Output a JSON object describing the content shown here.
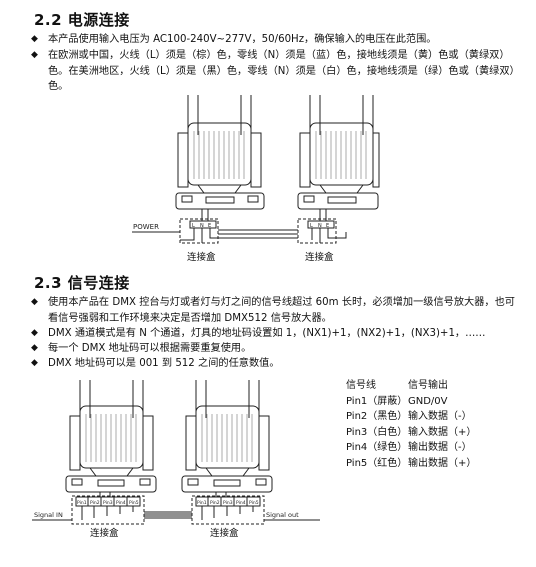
{
  "section_power": {
    "title": "2.2  电源连接",
    "bullets": [
      "本产品使用输入电压为 AC100-240V~277V，50/60Hz，确保输入的电压在此范围。",
      "在欧洲或中国，火线（L）须是（棕）色，零线（N）须是（蓝）色，接地线须是（黄）色或（黄绿双）色。在美洲地区，火线（L）须是（黑）色，零线（N）须是（白）色，接地线须是（绿）色或（黄绿双）色。"
    ],
    "fig_power_label": "POWER",
    "box_label_1": "连接盒",
    "box_label_2": "连接盒",
    "terminals": [
      "L",
      "N",
      "E"
    ]
  },
  "section_signal": {
    "title": "2.3  信号连接",
    "bullets": [
      "使用本产品在 DMX 控台与灯或者灯与灯之间的信号线超过 60m 长时，必须增加一级信号放大器，也可看信号强弱和工作环境来决定是否增加 DMX512 信号放大器。",
      "DMX 通道模式是有 N 个通道，灯具的地址码设置如 1，(NX1)+1，(NX2)+1，(NX3)+1，……",
      "每一个 DMX 地址码可以根据需要重复使用。",
      "DMX 地址码可以是 001 到 512 之间的任意数值。"
    ],
    "signal_in": "Signal IN",
    "signal_out": "Signal out",
    "box_label_1": "连接盒",
    "box_label_2": "连接盒",
    "pins_short": [
      "Pin1",
      "Pin2",
      "Pin3",
      "Pin4",
      "Pin5"
    ],
    "pin_table": {
      "header": [
        "信号线",
        "信号输出"
      ],
      "rows": [
        [
          "Pin1（屏蔽）",
          "GND/0V"
        ],
        [
          "Pin2（黑色）",
          "输入数据（-）"
        ],
        [
          "Pin3（白色）",
          "输入数据（+）"
        ],
        [
          "Pin4（绿色）",
          "输出数据（-）"
        ],
        [
          "Pin5（红色）",
          "输出数据（+）"
        ]
      ]
    }
  }
}
